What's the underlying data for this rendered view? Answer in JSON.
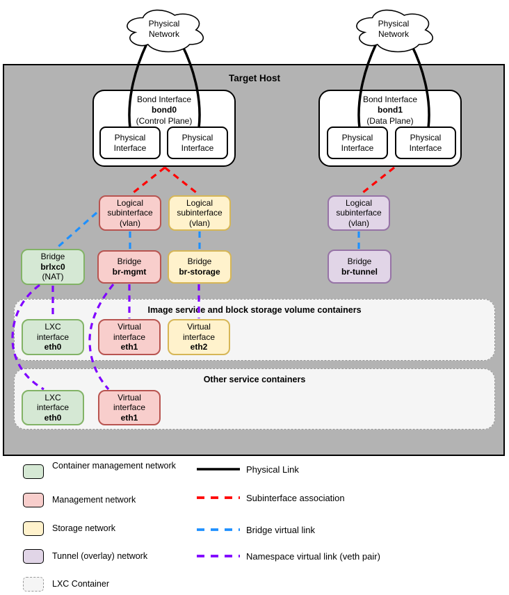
{
  "colors": {
    "host_bg": "#b3b3b3",
    "container_bg": "#f5f5f5",
    "green_fill": "#d5e8d4",
    "green_border": "#82b366",
    "red_fill": "#f8cecc",
    "red_border": "#b85450",
    "yellow_fill": "#fff2cc",
    "yellow_border": "#d6b656",
    "purple_fill": "#e1d5e7",
    "purple_border": "#9673a6",
    "physical_link": "#000000",
    "subinterface_link": "#ff0000",
    "bridge_link": "#1e90ff",
    "namespace_link": "#7f00ff"
  },
  "host": {
    "title": "Target Host"
  },
  "clouds": {
    "left": "Physical Network",
    "right": "Physical Network"
  },
  "bond0": {
    "type": "Bond Interface",
    "name": "bond0",
    "plane": "(Control Plane)",
    "if_left": "Physical Interface",
    "if_right": "Physical Interface"
  },
  "bond1": {
    "type": "Bond Interface",
    "name": "bond1",
    "plane": "(Data Plane)",
    "if_left": "Physical Interface",
    "if_right": "Physical Interface"
  },
  "vlans": {
    "mgmt": {
      "label": "Logical subinterface",
      "sub": "(vlan)"
    },
    "storage": {
      "label": "Logical subinterface",
      "sub": "(vlan)"
    },
    "tunnel": {
      "label": "Logical subinterface",
      "sub": "(vlan)"
    }
  },
  "bridges": {
    "lxc": {
      "label": "Bridge",
      "name": "brlxc0",
      "sub": "(NAT)"
    },
    "mgmt": {
      "label": "Bridge",
      "name": "br-mgmt"
    },
    "storage": {
      "label": "Bridge",
      "name": "br-storage"
    },
    "tunnel": {
      "label": "Bridge",
      "name": "br-tunnel"
    }
  },
  "containers": {
    "image": {
      "title": "Image service and block storage volume containers",
      "ifaces": [
        {
          "label": "LXC interface",
          "name": "eth0"
        },
        {
          "label": "Virtual interface",
          "name": "eth1"
        },
        {
          "label": "Virtual interface",
          "name": "eth2"
        }
      ]
    },
    "other": {
      "title": "Other service containers",
      "ifaces": [
        {
          "label": "LXC interface",
          "name": "eth0"
        },
        {
          "label": "Virtual interface",
          "name": "eth1"
        }
      ]
    }
  },
  "legend": {
    "swatches": [
      {
        "label": "Container management network"
      },
      {
        "label": "Management network"
      },
      {
        "label": "Storage network"
      },
      {
        "label": "Tunnel (overlay) network"
      },
      {
        "label": "LXC Container"
      }
    ],
    "lines": [
      {
        "label": "Physical Link"
      },
      {
        "label": "Subinterface association"
      },
      {
        "label": "Bridge virtual link"
      },
      {
        "label": "Namespace virtual link (veth pair)"
      }
    ]
  }
}
